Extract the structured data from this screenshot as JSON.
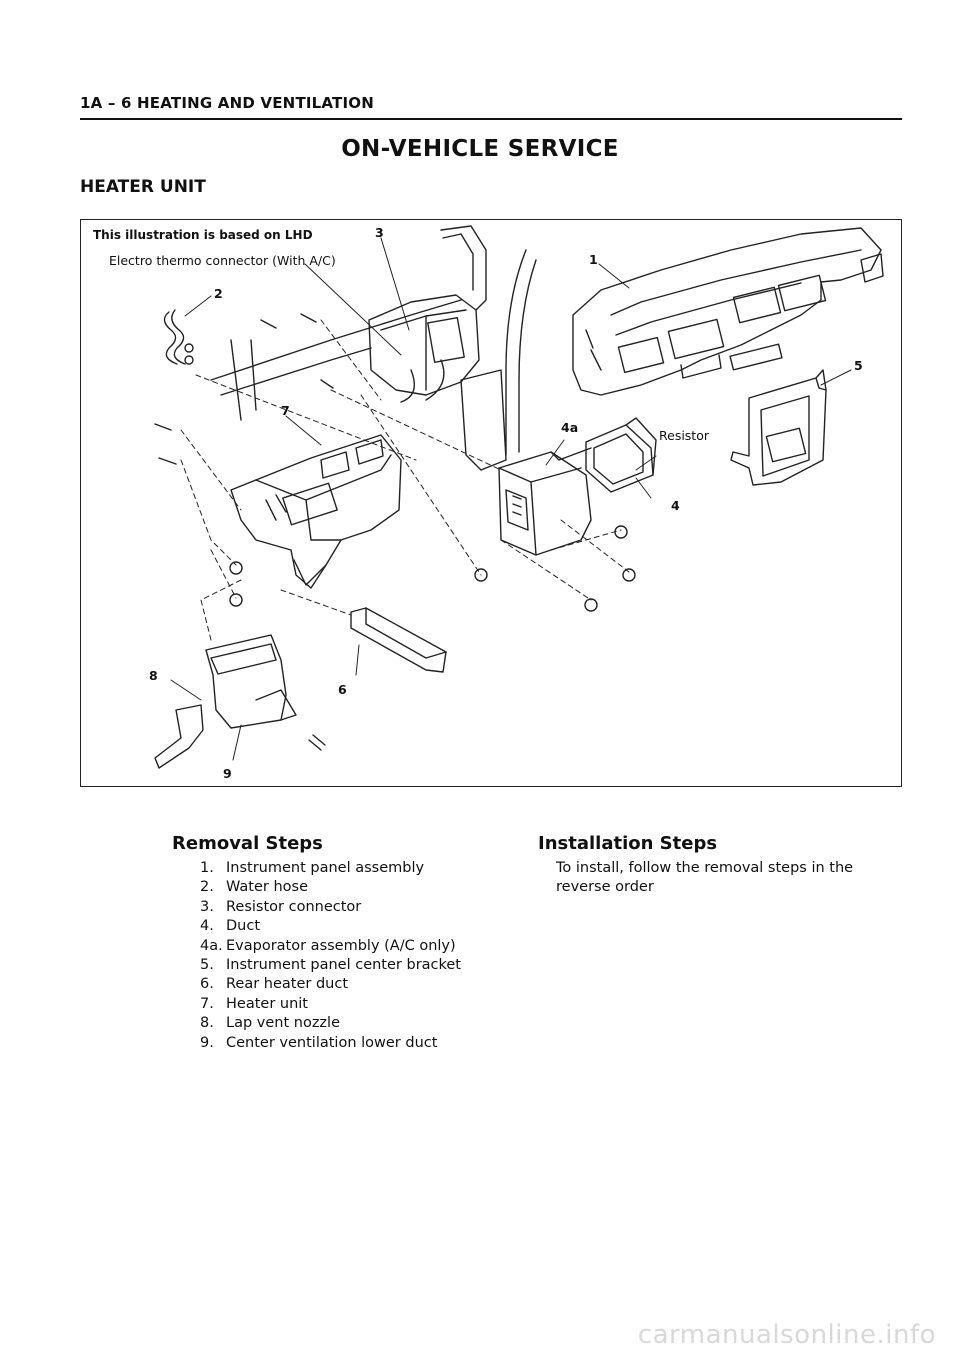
{
  "header": {
    "text": "1A – 6  HEATING AND VENTILATION"
  },
  "title": "ON-VEHICLE SERVICE",
  "section": "HEATER UNIT",
  "figure": {
    "note": "This illustration is based on LHD",
    "labels": {
      "electro": "Electro thermo connector (With A/C)",
      "resistor": "Resistor"
    },
    "callouts": {
      "c1": "1",
      "c2": "2",
      "c3": "3",
      "c4": "4",
      "c4a": "4a",
      "c5": "5",
      "c6": "6",
      "c7": "7",
      "c8": "8",
      "c9": "9"
    }
  },
  "removal": {
    "heading": "Removal Steps",
    "steps": [
      {
        "num": "1.",
        "text": "Instrument panel assembly"
      },
      {
        "num": "2.",
        "text": "Water hose"
      },
      {
        "num": "3.",
        "text": "Resistor connector"
      },
      {
        "num": "4.",
        "text": "Duct"
      },
      {
        "num": "4a.",
        "text": "Evaporator assembly (A/C only)"
      },
      {
        "num": "5.",
        "text": "Instrument panel center bracket"
      },
      {
        "num": "6.",
        "text": "Rear heater duct"
      },
      {
        "num": "7.",
        "text": "Heater unit"
      },
      {
        "num": "8.",
        "text": "Lap vent nozzle"
      },
      {
        "num": "9.",
        "text": "Center ventilation lower duct"
      }
    ]
  },
  "installation": {
    "heading": "Installation Steps",
    "text": "To install, follow the removal steps in the reverse order"
  },
  "watermark": "carmanualsonline.info"
}
